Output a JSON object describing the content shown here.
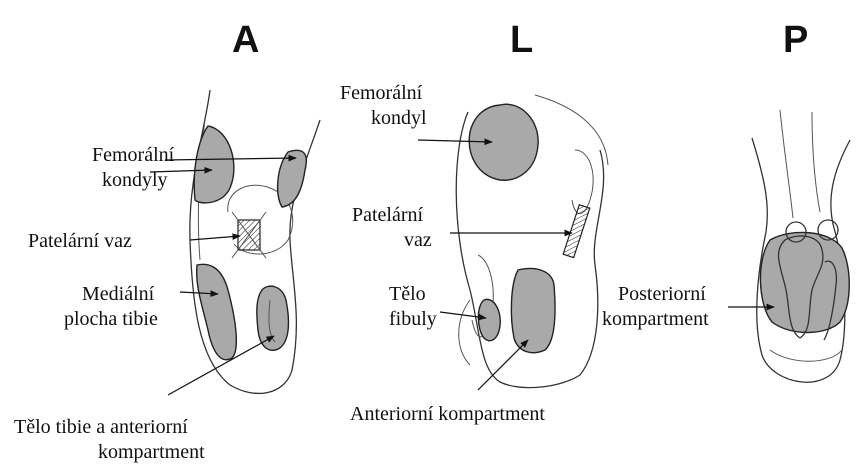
{
  "views": {
    "anterior": {
      "letter": "A",
      "labels": {
        "femoral_condyles": [
          "Femorální",
          "kondyly"
        ],
        "patellar_ligament": "Patelární vaz",
        "medial_tibia": [
          "Mediální",
          "plocha tibie"
        ],
        "tibia_body": [
          "Tělo tibie a anteriorní",
          "kompartment"
        ]
      }
    },
    "lateral": {
      "letter": "L",
      "labels": {
        "femoral_condyle": [
          "Femorální",
          "kondyl"
        ],
        "patellar_ligament": [
          "Patelární",
          "vaz"
        ],
        "fibula_body": [
          "Tělo",
          "fibuly"
        ],
        "anterior_compartment": "Anteriorní kompartment"
      }
    },
    "posterior": {
      "letter": "P",
      "labels": {
        "posterior_compartment": [
          "Posteriorní",
          "kompartment"
        ]
      }
    }
  },
  "colors": {
    "shade": "#a9a9a9",
    "line": "#333333",
    "background": "#ffffff"
  }
}
